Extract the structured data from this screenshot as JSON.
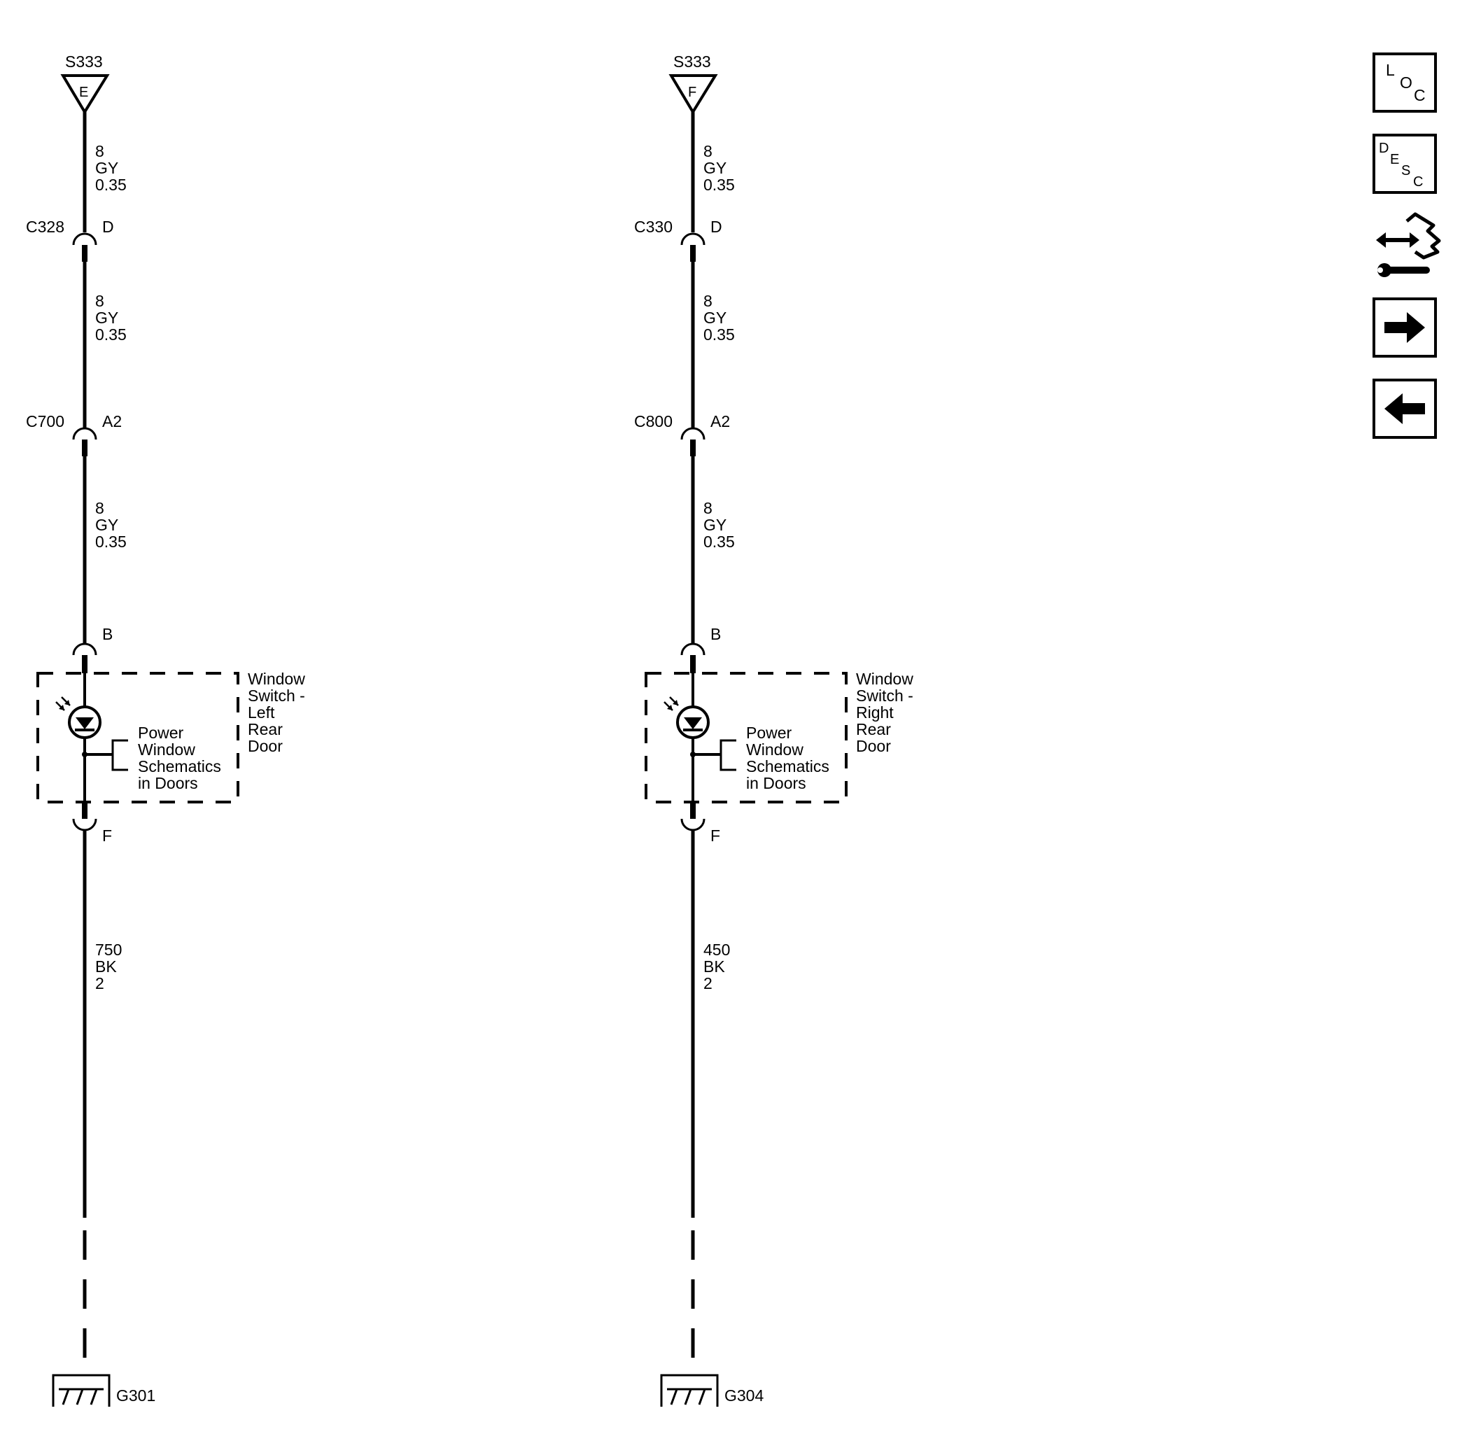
{
  "circuits": [
    {
      "splice": {
        "name": "S333",
        "letter": "E"
      },
      "wire_segments": [
        {
          "circuit": "8",
          "color": "GY",
          "size": "0.35"
        },
        {
          "circuit": "8",
          "color": "GY",
          "size": "0.35"
        },
        {
          "circuit": "8",
          "color": "GY",
          "size": "0.35"
        },
        {
          "circuit": "750",
          "color": "BK",
          "size": "2"
        }
      ],
      "connector_1": {
        "name": "C328",
        "pin": "D"
      },
      "connector_2": {
        "name": "C700",
        "pin": "A2"
      },
      "component_pin_top": "B",
      "component_pin_bottom": "F",
      "component_label": [
        "Window",
        "Switch -",
        "Left",
        "Rear",
        "Door"
      ],
      "inner_label": [
        "Power",
        "Window",
        "Schematics",
        "in Doors"
      ],
      "ground": "G301"
    },
    {
      "splice": {
        "name": "S333",
        "letter": "F"
      },
      "wire_segments": [
        {
          "circuit": "8",
          "color": "GY",
          "size": "0.35"
        },
        {
          "circuit": "8",
          "color": "GY",
          "size": "0.35"
        },
        {
          "circuit": "8",
          "color": "GY",
          "size": "0.35"
        },
        {
          "circuit": "450",
          "color": "BK",
          "size": "2"
        }
      ],
      "connector_1": {
        "name": "C330",
        "pin": "D"
      },
      "connector_2": {
        "name": "C800",
        "pin": "A2"
      },
      "component_pin_top": "B",
      "component_pin_bottom": "F",
      "component_label": [
        "Window",
        "Switch -",
        "Right",
        "Rear",
        "Door"
      ],
      "inner_label": [
        "Power",
        "Window",
        "Schematics",
        "in Doors"
      ],
      "ground": "G304"
    }
  ],
  "nav_buttons": [
    {
      "name": "loc-button",
      "letters": [
        "L",
        "O",
        "C"
      ]
    },
    {
      "name": "desc-button",
      "letters": [
        "D",
        "E",
        "S",
        "C"
      ]
    },
    {
      "name": "connector-end-view-button",
      "icon": "connector-wrench-icon"
    },
    {
      "name": "next-page-button",
      "icon": "right-arrow-icon"
    },
    {
      "name": "previous-page-button",
      "icon": "left-arrow-icon"
    }
  ]
}
